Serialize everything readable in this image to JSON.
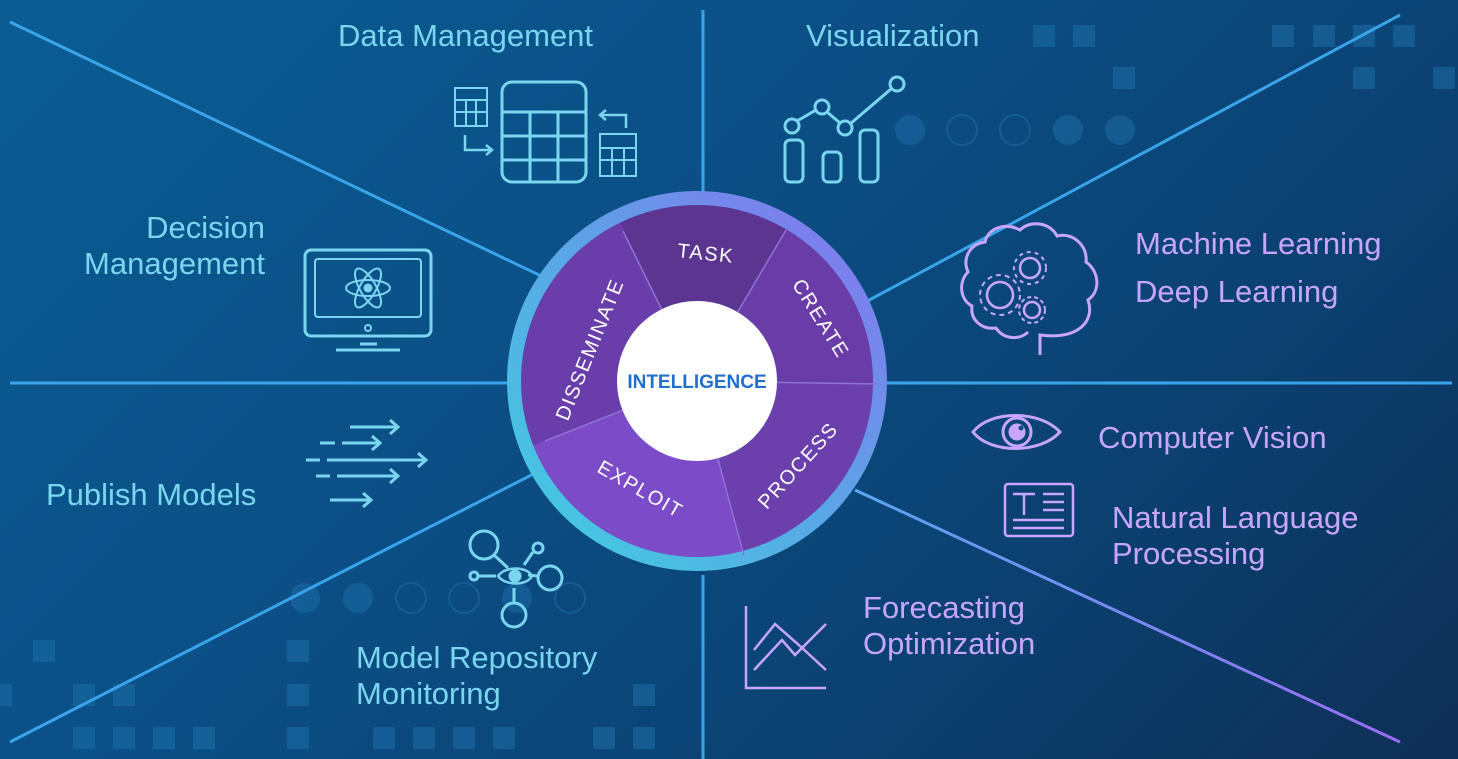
{
  "colors": {
    "cyan": "#7ad6ee",
    "violet": "#c8a6ff",
    "wheel_dark": "#5b3590",
    "wheel_light": "#8d55d8",
    "center_text": "#1f6fd0"
  },
  "labels": {
    "data_management": "Data Management",
    "visualization": "Visualization",
    "decision_management": [
      "Decision",
      "Management"
    ],
    "ml_dl": [
      "Machine Learning",
      "Deep Learning"
    ],
    "publish_models": "Publish Models",
    "computer_vision": "Computer Vision",
    "nlp": [
      "Natural Language",
      "Processing"
    ],
    "forecasting": [
      "Forecasting",
      "Optimization"
    ],
    "model_repo": [
      "Model Repository",
      "Monitoring"
    ]
  },
  "wheel": {
    "center": "INTELLIGENCE",
    "segments": [
      "TASK",
      "CREATE",
      "PROCESS",
      "EXPLOIT",
      "DISSEMINATE"
    ]
  },
  "icons": {
    "data_management": "table-transfer-icon",
    "visualization": "line-bar-chart-icon",
    "decision_management": "monitor-atom-icon",
    "ml_dl": "brain-gears-icon",
    "publish_models": "arrows-icon",
    "computer_vision": "eye-icon",
    "nlp": "text-document-icon",
    "forecasting": "trend-chart-icon",
    "model_repo": "network-eye-icon"
  }
}
